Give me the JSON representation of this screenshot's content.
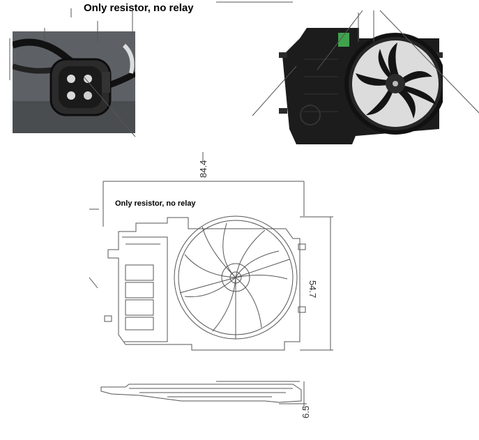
{
  "labels": {
    "top_caption": "Only resistor, no relay",
    "drawing_caption": "Only resistor, no relay"
  },
  "dimensions": {
    "width": "84.4",
    "height": "54.7",
    "depth": "6.5"
  },
  "colors": {
    "line": "#555555",
    "photo_dark": "#1a1a1a",
    "connector_bg": "#6b6f72",
    "resistor_green": "#3fa34d"
  }
}
